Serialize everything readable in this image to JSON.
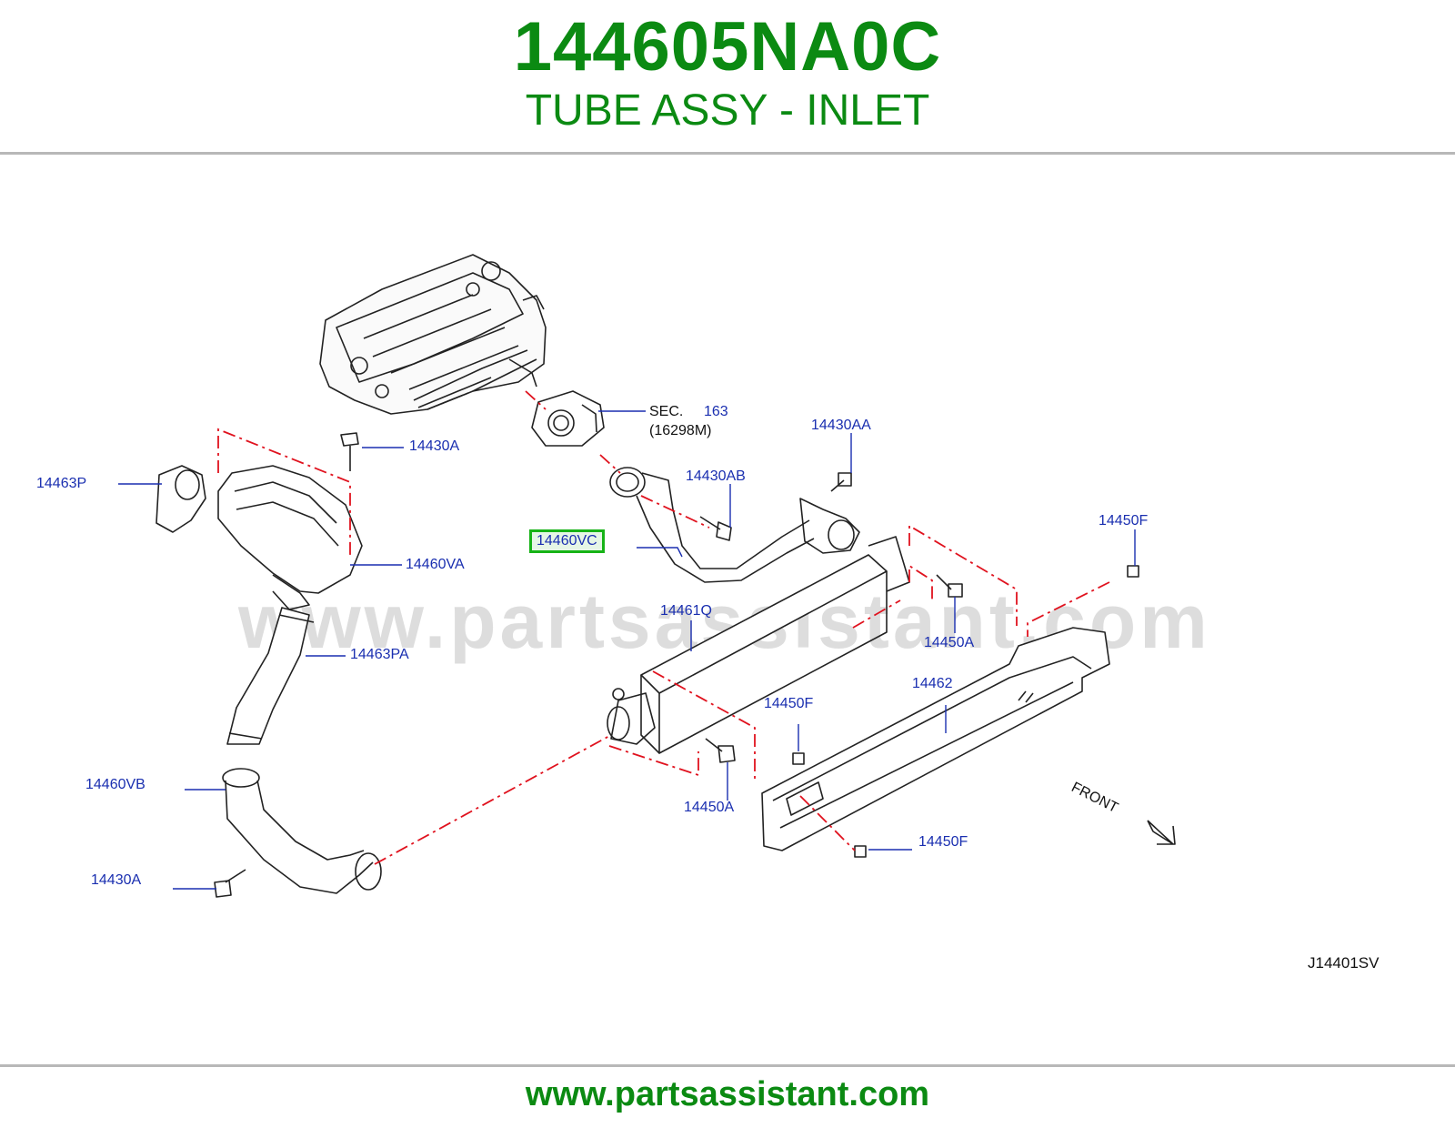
{
  "header": {
    "part_number": "144605NA0C",
    "part_name": "TUBE ASSY - INLET"
  },
  "watermark": "www.partsassistant.com",
  "callouts": {
    "sec": "SEC.",
    "sec_num": "163",
    "sec_ref": "(16298M)",
    "c14430A_top": "14430A",
    "c14430AA": "14430AA",
    "c14430AB": "14430AB",
    "c14463P": "14463P",
    "c14460VA": "14460VA",
    "c14460VC": "14460VC",
    "c14450F_right": "14450F",
    "c14450A_right": "14450A",
    "c14461Q": "14461Q",
    "c14463PA": "14463PA",
    "c14462": "14462",
    "c14450F_mid": "14450F",
    "c14460VB": "14460VB",
    "c14450A_mid": "14450A",
    "c14450F_bottom": "14450F",
    "c14430A_bottom": "14430A",
    "front": "FRONT",
    "figure_code": "J14401SV"
  },
  "footer": {
    "url": "www.partsassistant.com"
  },
  "colors": {
    "brand_green": "#0b8a12",
    "callout_blue": "#1a2fb0",
    "dash_red": "#e0121e",
    "highlight_green": "#17b317"
  }
}
